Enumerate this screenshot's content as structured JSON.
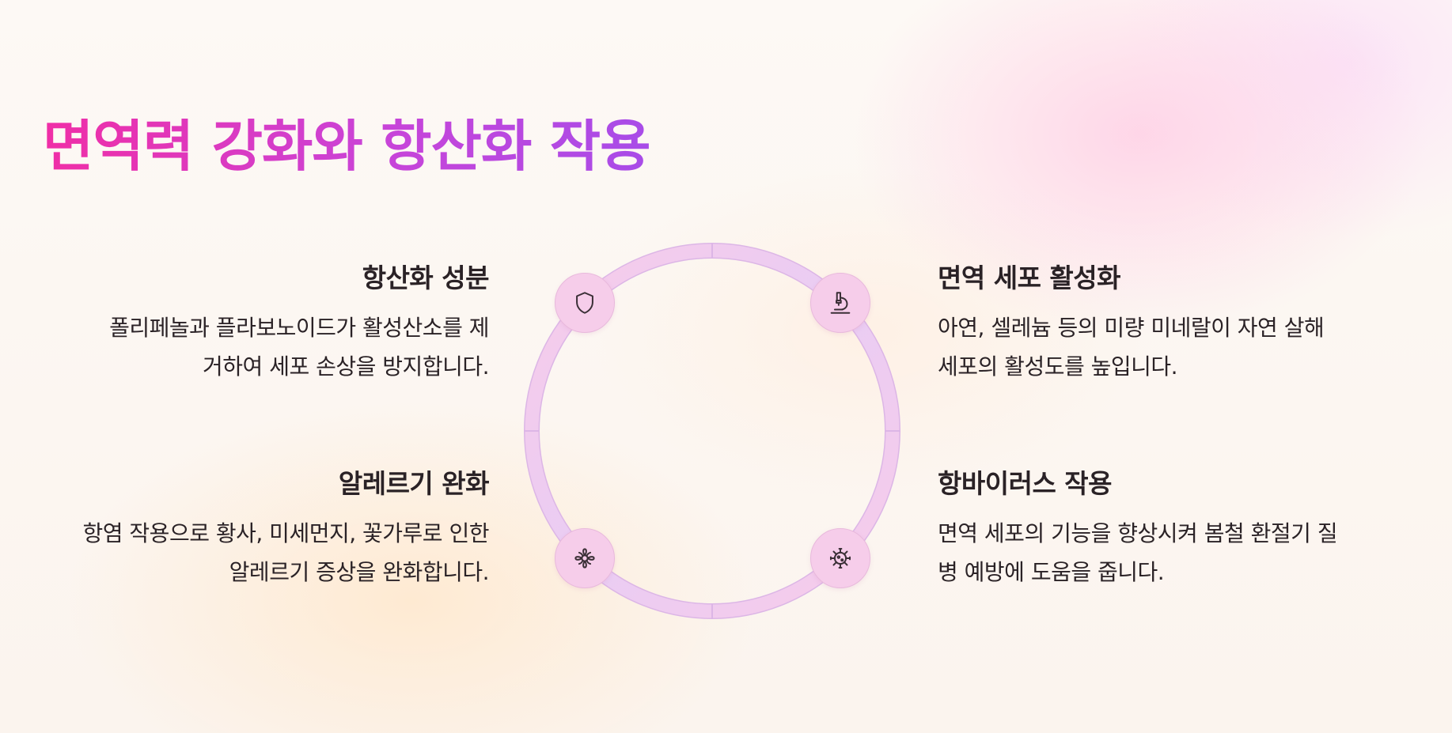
{
  "title": "면역력 강화와 항산화 작용",
  "colors": {
    "title_gradient_start": "#f02ea6",
    "title_gradient_end": "#a84ce8",
    "ring_pink": "#f8cbe9",
    "ring_lavender": "#e9cdf4",
    "node_fill": "#f6cdea",
    "text": "#2a2226"
  },
  "items": {
    "top_left": {
      "heading": "항산화 성분",
      "body_lines": [
        "폴리페놀과 플라보노이드가 활성산소를 제",
        "거하여 세포 손상을 방지합니다."
      ],
      "icon": "shield-icon"
    },
    "top_right": {
      "heading": "면역 세포 활성화",
      "body_lines": [
        "아연, 셀레늄 등의 미량 미네랄이 자연 살해",
        "세포의 활성도를 높입니다."
      ],
      "icon": "microscope-icon"
    },
    "bottom_left": {
      "heading": "알레르기 완화",
      "body_lines": [
        "항염 작용으로 황사, 미세먼지, 꽃가루로 인한",
        "알레르기 증상을 완화합니다."
      ],
      "icon": "flower-icon"
    },
    "bottom_right": {
      "heading": "항바이러스 작용",
      "body_lines": [
        "면역 세포의 기능을 향상시켜 봄철 환절기 질",
        "병 예방에 도움을 줍니다."
      ],
      "icon": "virus-icon"
    }
  }
}
